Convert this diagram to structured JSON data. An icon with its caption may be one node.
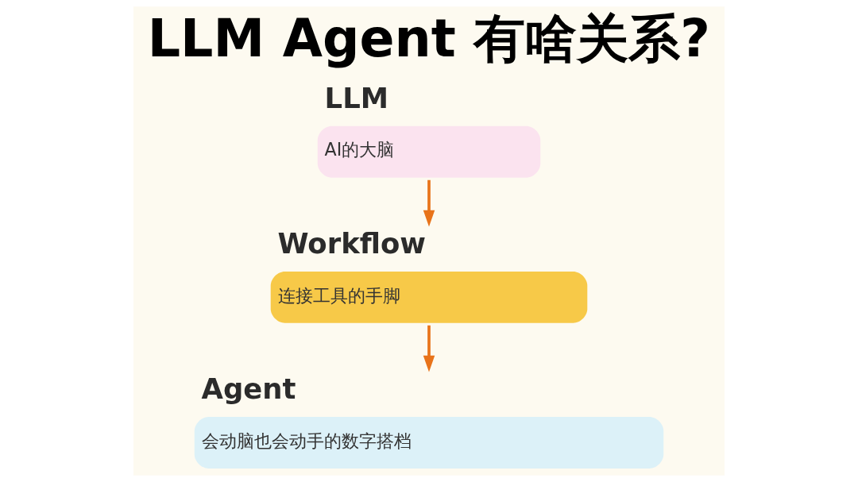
{
  "diagram": {
    "title": "LLM Agent 有啥关系?",
    "nodes": [
      {
        "text": [
          "LLM",
          "AI的大脑"
        ]
      },
      {
        "text": [
          "Workflow",
          "连接工具的手脚"
        ]
      },
      {
        "text": [
          "Agent",
          "会动脑也会动手的数字搭档"
        ]
      }
    ],
    "edges": [
      {
        "from": 0,
        "to": 1,
        "arrow": "to"
      },
      {
        "from": 1,
        "to": 2,
        "arrow": "to"
      }
    ]
  }
}
